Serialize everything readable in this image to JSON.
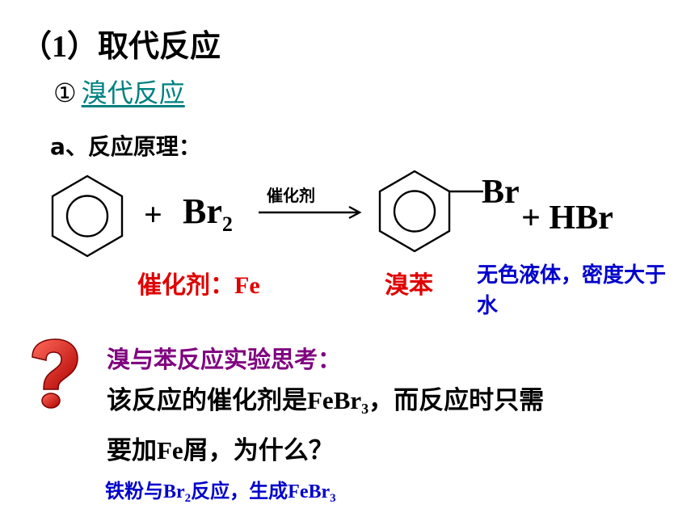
{
  "heading": {
    "num": "（1）",
    "title": "取代反应"
  },
  "subheading": {
    "circled": "①",
    "link": "溴代反应"
  },
  "section_a": "a、反应原理：",
  "reaction": {
    "plus": "+",
    "reagent": "Br",
    "reagent_sub": "2",
    "condition": "催化剂",
    "substituent": "Br",
    "byproduct": "+ HBr"
  },
  "catalyst": {
    "label": "催化剂：",
    "value": "Fe"
  },
  "product_name": "溴苯",
  "properties": "无色液体，密度大于水",
  "question_icon": "question-mark-icon",
  "think": {
    "title": "溴与苯反应实验思考：",
    "line1_pre": "该反应的催化剂是",
    "line1_formula": "FeBr",
    "line1_sub": "3",
    "line1_post": "，而反应时只需",
    "line2_pre": "要加",
    "line2_fe": "Fe",
    "line2_post": "屑，为什么？"
  },
  "answer": {
    "pre": "铁粉与",
    "br": "Br",
    "br_sub": "2",
    "mid": "反应，生成",
    "formula": "FeBr",
    "formula_sub": "3"
  },
  "colors": {
    "red": "#e00000",
    "blue": "#0000cc",
    "purple": "#800080",
    "teal": "#008080"
  }
}
